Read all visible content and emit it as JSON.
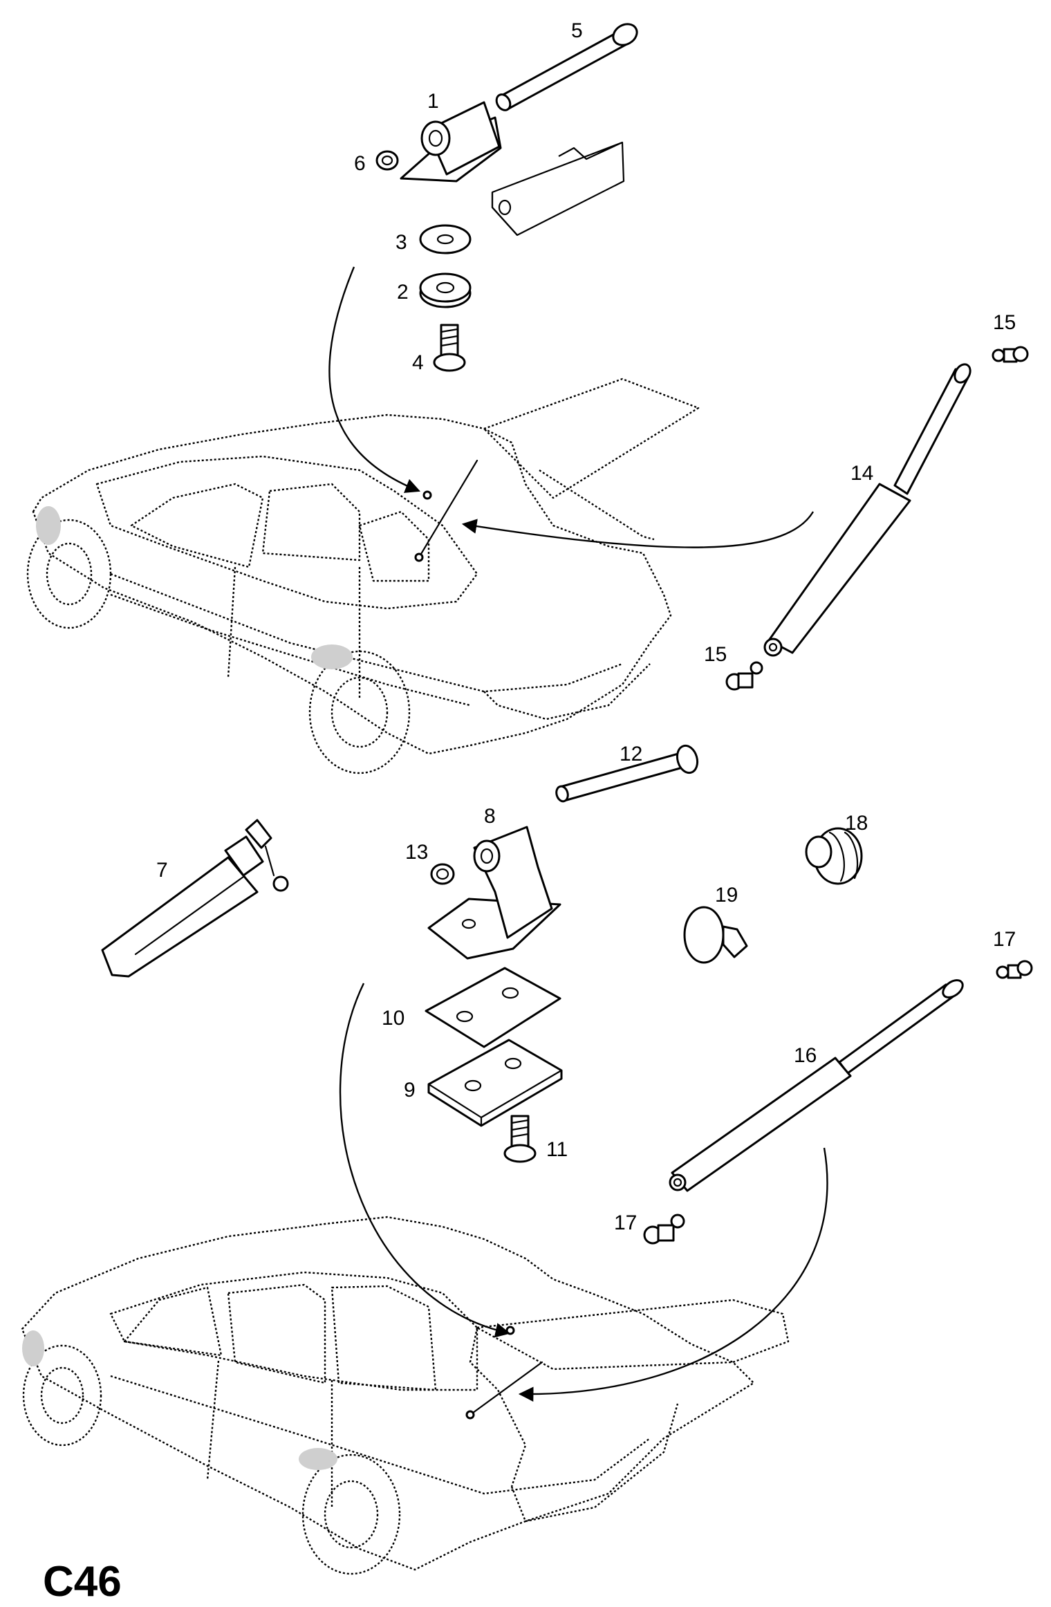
{
  "sheet": {
    "code": "C46"
  },
  "callouts": {
    "c1": "1",
    "c2": "2",
    "c3": "3",
    "c4": "4",
    "c5": "5",
    "c6": "6",
    "c7": "7",
    "c8": "8",
    "c9": "9",
    "c10": "10",
    "c11": "11",
    "c12": "12",
    "c13": "13",
    "c14": "14",
    "c15a": "15",
    "c15b": "15",
    "c16": "16",
    "c17a": "17",
    "c17b": "17",
    "c18": "18",
    "c19": "19"
  }
}
